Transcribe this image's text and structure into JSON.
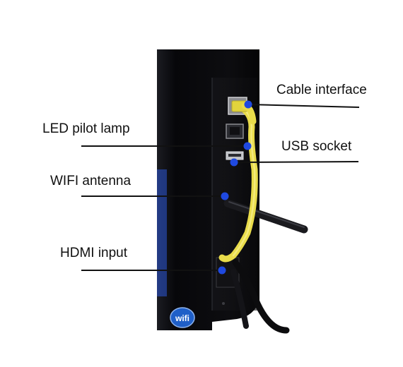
{
  "callouts": {
    "cable_interface": "Cable interface",
    "led_pilot_lamp": "LED pilot lamp",
    "usb_socket": "USB socket",
    "wifi_antenna": "WIFI antenna",
    "hdmi_input": "HDMI input"
  },
  "badge": {
    "text": "wifi"
  },
  "colors": {
    "device_body": "#0b0b0d",
    "cable": "#e9dc4a",
    "marker_dot": "#1f49e0",
    "leader_line": "#111111",
    "side_edge": "#2a55d8"
  }
}
